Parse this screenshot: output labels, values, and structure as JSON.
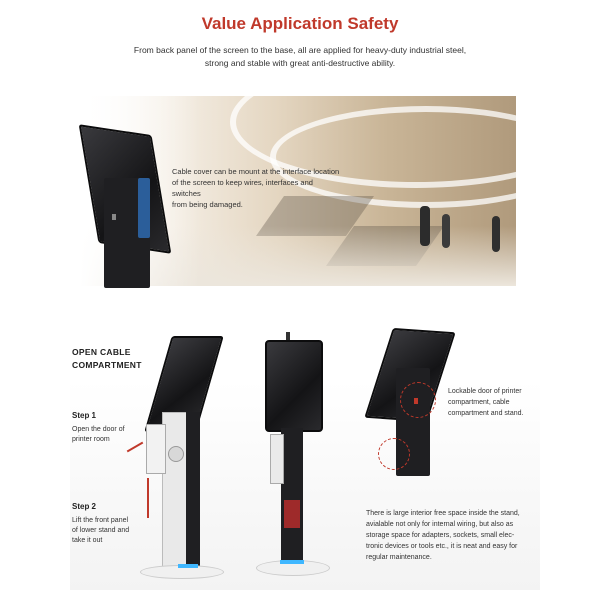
{
  "header": {
    "title": "Value Application Safety",
    "subtitle_line1": "From back panel of the screen to the base,  all are applied for heavy-duty industrial steel,",
    "subtitle_line2": "strong and stable with great anti-destructive ability."
  },
  "banner": {
    "caption_line1": "Cable cover can be mount at the interface location",
    "caption_line2": "of the screen to keep wires, interfaces and switches",
    "caption_line3": "from being damaged."
  },
  "compartment": {
    "heading_line1": "OPEN CABLE",
    "heading_line2": "COMPARTMENT",
    "step1_title": "Step 1",
    "step1_line1": "Open the door of",
    "step1_line2": "printer room",
    "step2_title": "Step 2",
    "step2_line1": "Lift the front panel",
    "step2_line2": "of lower stand and",
    "step2_line3": "take it out"
  },
  "right_info": {
    "lock_line1": "Lockable door of printer",
    "lock_line2": "compartment, cable",
    "lock_line3": "compartment and stand.",
    "space_line1": "There is large interior free space inside the stand,",
    "space_line2": "avialable not only for internal wiring, but also as",
    "space_line3": "storage space for adapters, sockets, small elec-",
    "space_line4": "tronic devices or tools  etc.,  it is neat and easy for",
    "space_line5": "regular maintenance."
  },
  "colors": {
    "accent": "#c0392b",
    "kiosk_body": "#1f1f22",
    "led": "#3fb7ff"
  }
}
